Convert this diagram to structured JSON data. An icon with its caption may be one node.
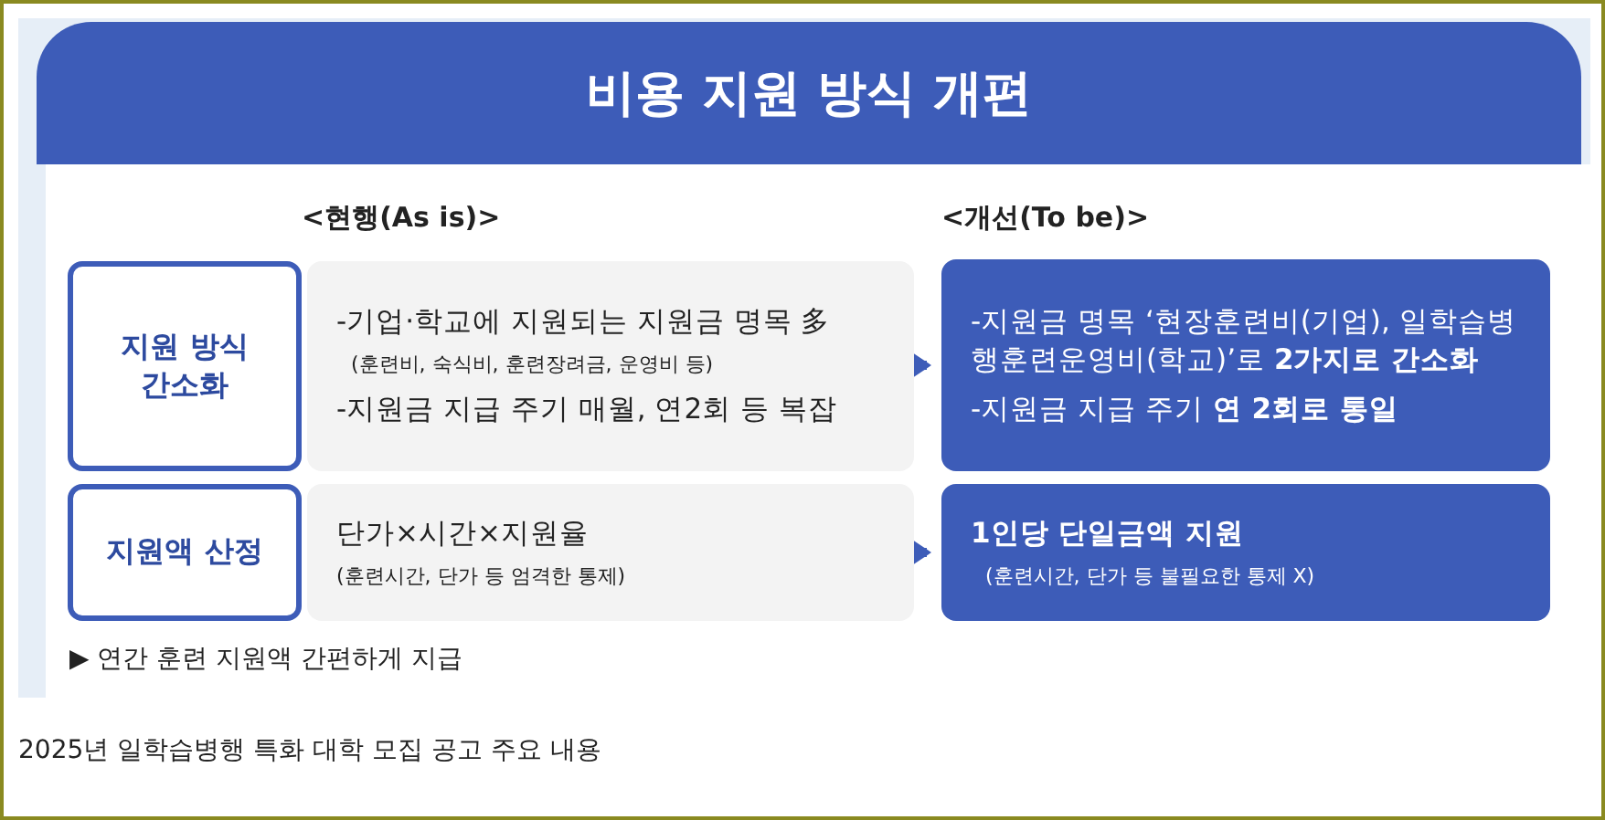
{
  "diagram": {
    "title": "비용 지원 방식 개편",
    "caption": "2025년 일학습병행 특화 대학 모집 공고 주요 내용",
    "nodes": [
      {
        "text": [
          "지원 방식 간소화"
        ]
      },
      {
        "text": [
          "-기업·학교에 지원되는 지원금 명목 多",
          "(훈련비, 숙식비, 훈련장려금, 운영비 등)",
          "-지원금 지급 주기 매월, 연2회 등 복잡"
        ]
      },
      {
        "text": [
          "-지원금 명목 ‘현장훈련비(기업), 일학습병행훈련운영비(학교)’로 **2가지로 간소화**",
          "-지원금 지급 주기 **연 2회로 통일**"
        ]
      },
      {
        "text": [
          "지원액 산정"
        ]
      },
      {
        "text": [
          "단가×시간×지원율",
          "(훈련시간, 단가 등 엄격한 통제)"
        ]
      },
      {
        "text": [
          "1인당 단일금액 지원",
          "(훈련시간, 단가 등 불필요한 통제 X)"
        ]
      }
    ],
    "edges": [
      {
        "from": 1,
        "to": 2,
        "arrow": "to"
      },
      {
        "from": 4,
        "to": 5,
        "arrow": "to"
      }
    ],
    "labels": [
      "<현행(As is)>",
      "<개선(To be)>",
      "▶ 연간 훈련 지원액 간편하게 지급"
    ]
  }
}
